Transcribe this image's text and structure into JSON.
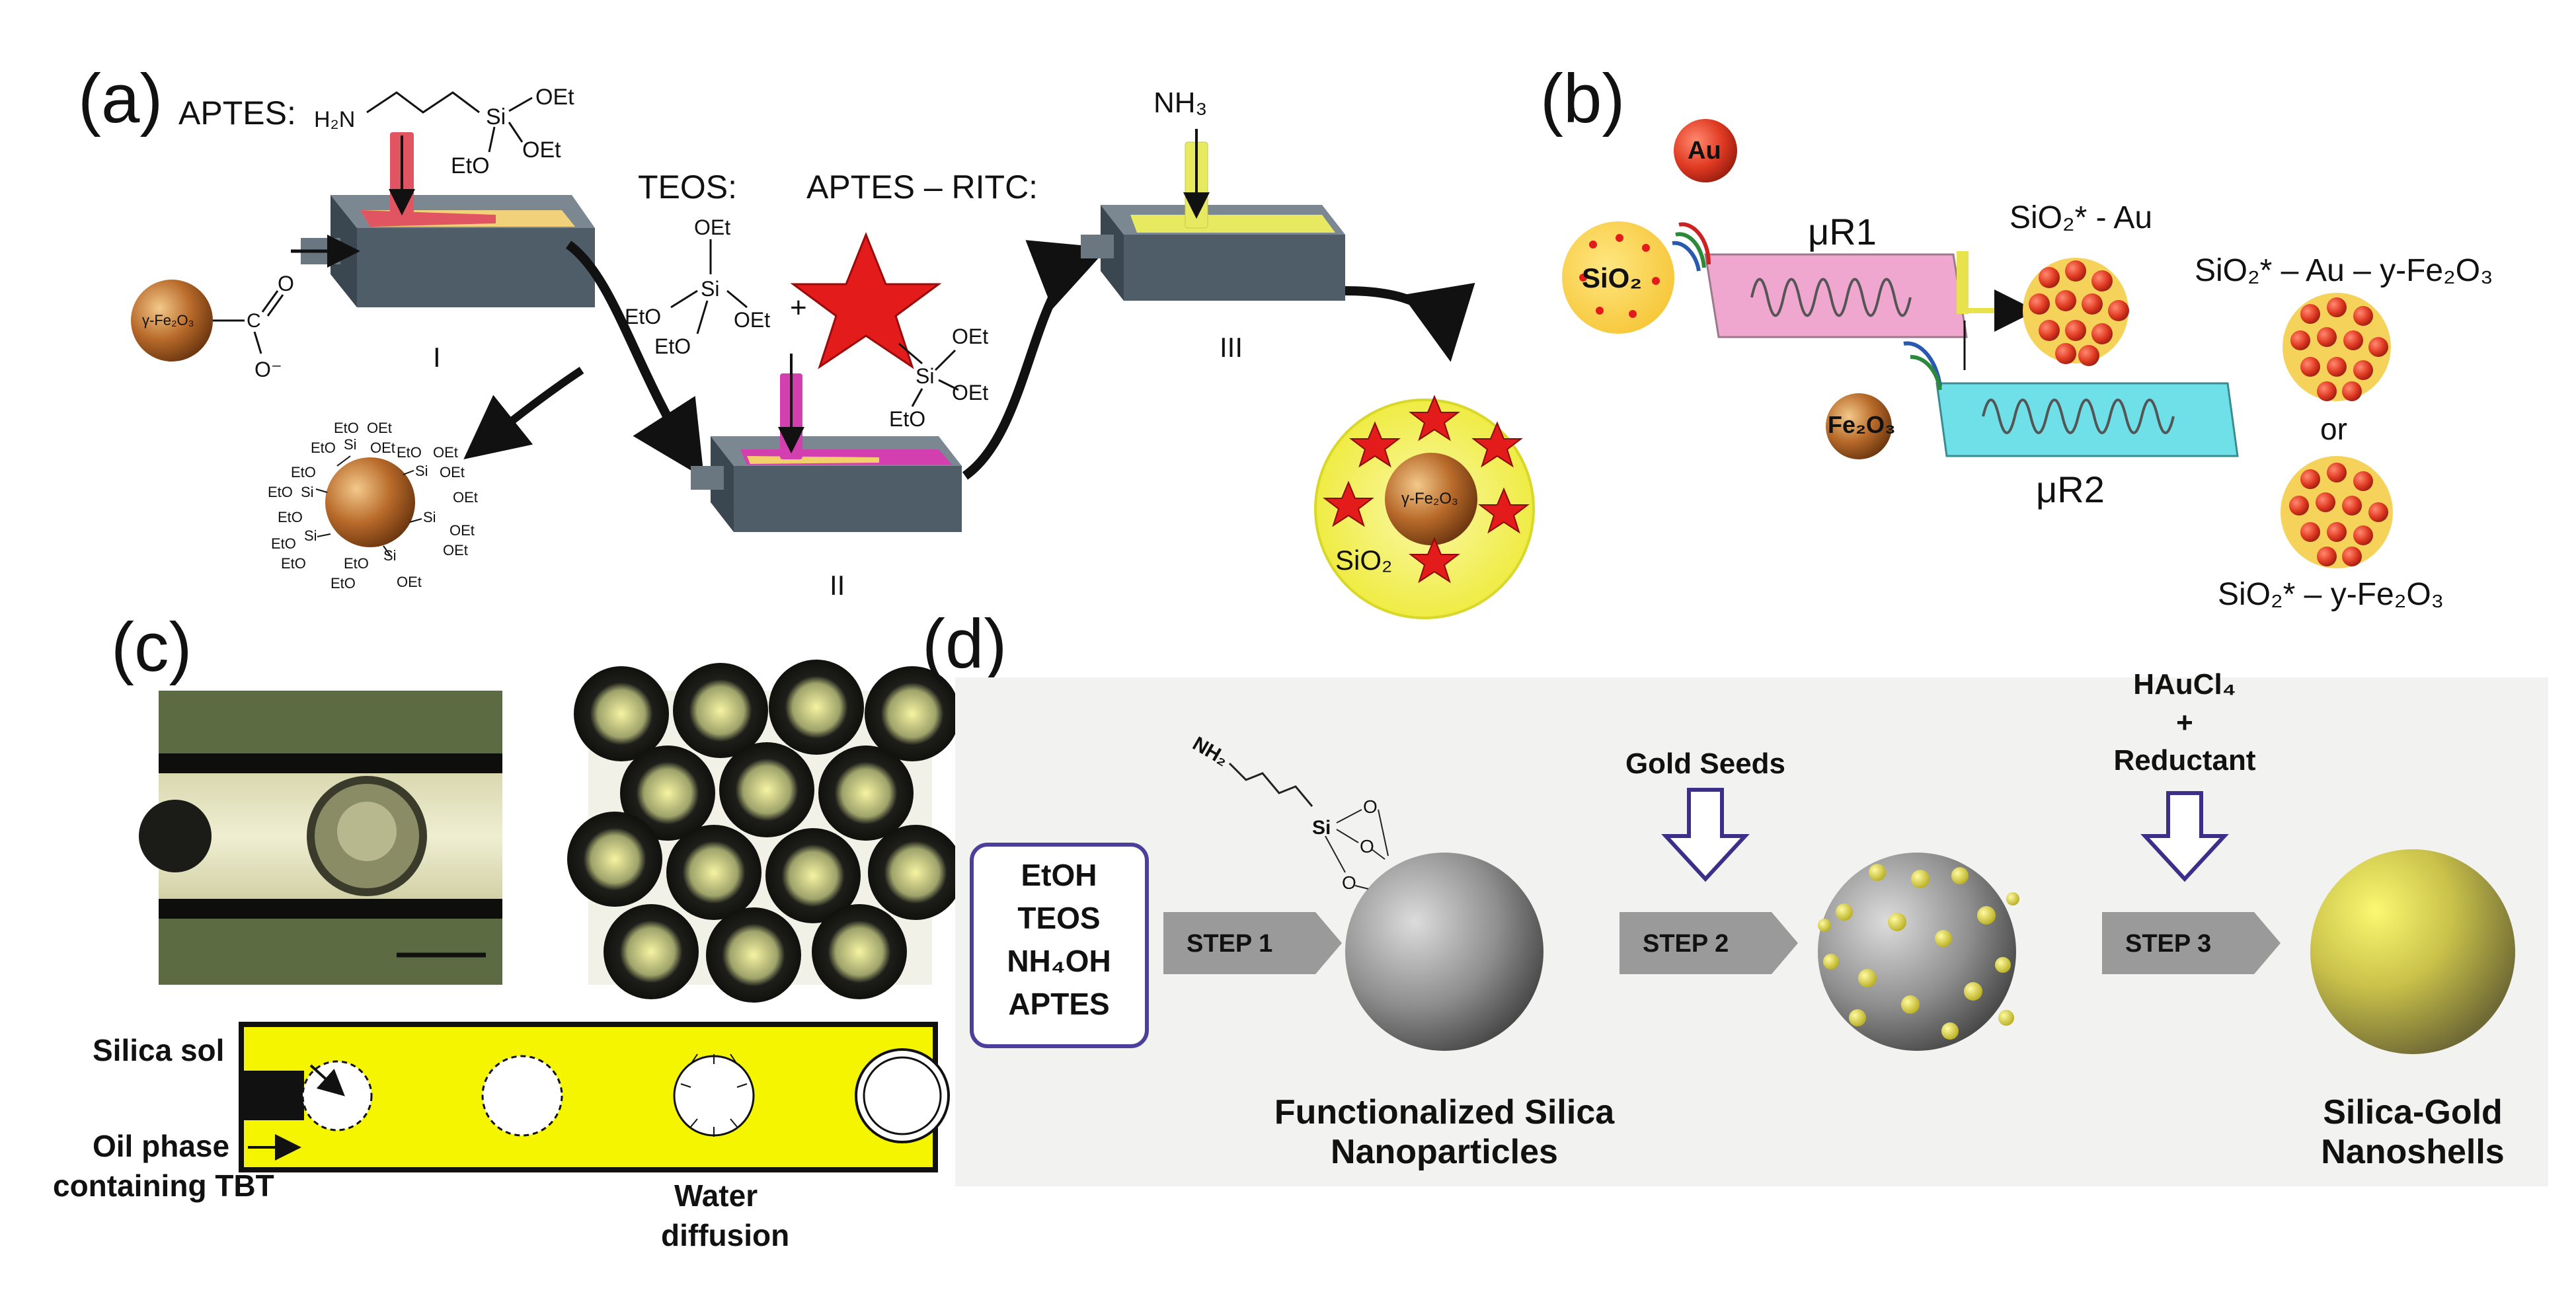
{
  "panels": {
    "a": {
      "label": "(a)",
      "aptes_label": "APTES:",
      "aptes_nh": "H₂N",
      "oet": "OEt",
      "eto": "EtO",
      "si": "Si",
      "teos_label": "TEOS:",
      "aptes_ritc_label": "APTES – RITC:",
      "plus": "+",
      "nh3": "NH₃",
      "stage_1": "I",
      "stage_2": "II",
      "stage_3": "III",
      "core_particle": "γ-Fe₂O₃",
      "carboxyl_o": "O",
      "carboxyl_ominus": "O⁻",
      "product_core": "γ-Fe₂O₃",
      "product_shell": "SiO₂"
    },
    "b": {
      "label": "(b)",
      "au": "Au",
      "sio2": "SiO₂",
      "fe2o3": "Fe₂O₃",
      "reactor_1": "μR1",
      "reactor_2": "μR2",
      "product_au": "SiO₂* - Au",
      "product_au_fe": "SiO₂* – Au – y-Fe₂O₃",
      "or": "or",
      "product_fe": "SiO₂* – y-Fe₂O₃"
    },
    "c": {
      "label": "(c)",
      "silica_sol": "Silica sol",
      "oil_phase": "Oil phase",
      "containing_tbt": "containing TBT",
      "water": "Water",
      "diffusion": "diffusion"
    },
    "d": {
      "label": "(d)",
      "reagents": [
        "EtOH",
        "TEOS",
        "NH₄OH",
        "APTES"
      ],
      "step1": "STEP 1",
      "step2": "STEP 2",
      "step3": "STEP 3",
      "nh2": "NH₂",
      "si": "Si",
      "o": "O",
      "gold_seeds": "Gold Seeds",
      "haucl4": "HAuCl₄",
      "plus": "+",
      "reductant": "Reductant",
      "functionalized_1": "Functionalized Silica",
      "functionalized_2": "Nanoparticles",
      "nanoshells_1": "Silica-Gold",
      "nanoshells_2": "Nanoshells"
    }
  },
  "colors": {
    "chip": "#4f5d68",
    "pink_channel": "#e05561",
    "magenta_channel": "#d43fb0",
    "yellow_channel": "#e7ea60",
    "fe_particle": "#b86a2a",
    "star_red": "#e41b1b",
    "shell_yellow": "#f2f046",
    "reactor1": "#f0a7cf",
    "reactor2": "#6fe0e8",
    "au_particle": "#e94a2c",
    "micro_yellow": "#f2f200",
    "micrograph_green": "#5d6b43",
    "reagent_box": "#4a3f9a",
    "step_arrow": "#9a9a9a",
    "silica_gray": "#8f8f8f",
    "gold_dot": "#e9e24a"
  }
}
